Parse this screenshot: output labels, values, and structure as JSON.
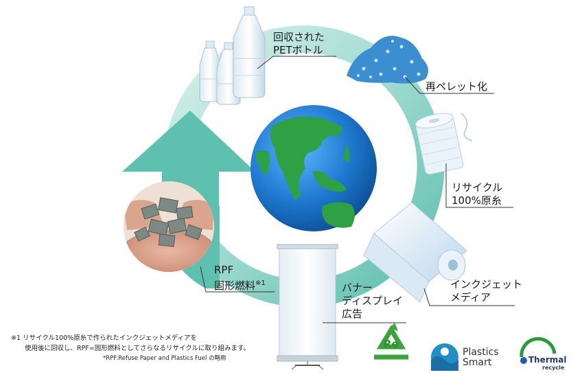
{
  "colors": {
    "ring_light": "#c9ece5",
    "ring_mid": "#8fd3c8",
    "ring_dark": "#5cbfae",
    "arrow": "#5ec0ae",
    "ocean": "#1e78cf",
    "land": "#2fa043",
    "leader": "#333333"
  },
  "labels": {
    "bottles_line1": "回収された",
    "bottles_line2": "PETボトル",
    "pellet": "再ペレット化",
    "yarn_line1": "リサイクル",
    "yarn_line2": "100%原糸",
    "inkjet_line1": "インクジェット",
    "inkjet_line2": "メディア",
    "banner_line1": "バナー",
    "banner_line2": "ディスプレイ",
    "banner_line3": "広告",
    "rpf_line1": "RPF",
    "rpf_line2": "固形燃料",
    "rpf_sup": "※1"
  },
  "footnotes": {
    "line1": "※1 リサイクル100%原糸で作られたインクジェットメディアを",
    "line2": "使用後に回収し、RPF=固形燃料としてさらなるリサイクルに取り組みます。",
    "line3": "*RPF:Refuse Paper and Plastics Fuel の略称"
  },
  "logos": {
    "repet": "Re",
    "plastics_line1": "Plastics",
    "plastics_line2": "Smart",
    "thermal_line1": "Thermal",
    "thermal_line2": "recycle"
  },
  "icons": [
    "pet-bottles-icon",
    "pellets-icon",
    "yarn-spool-icon",
    "inkjet-roll-icon",
    "banner-stand-icon",
    "rpf-fuel-hands-icon",
    "globe-icon",
    "cycle-arrow-icon"
  ]
}
